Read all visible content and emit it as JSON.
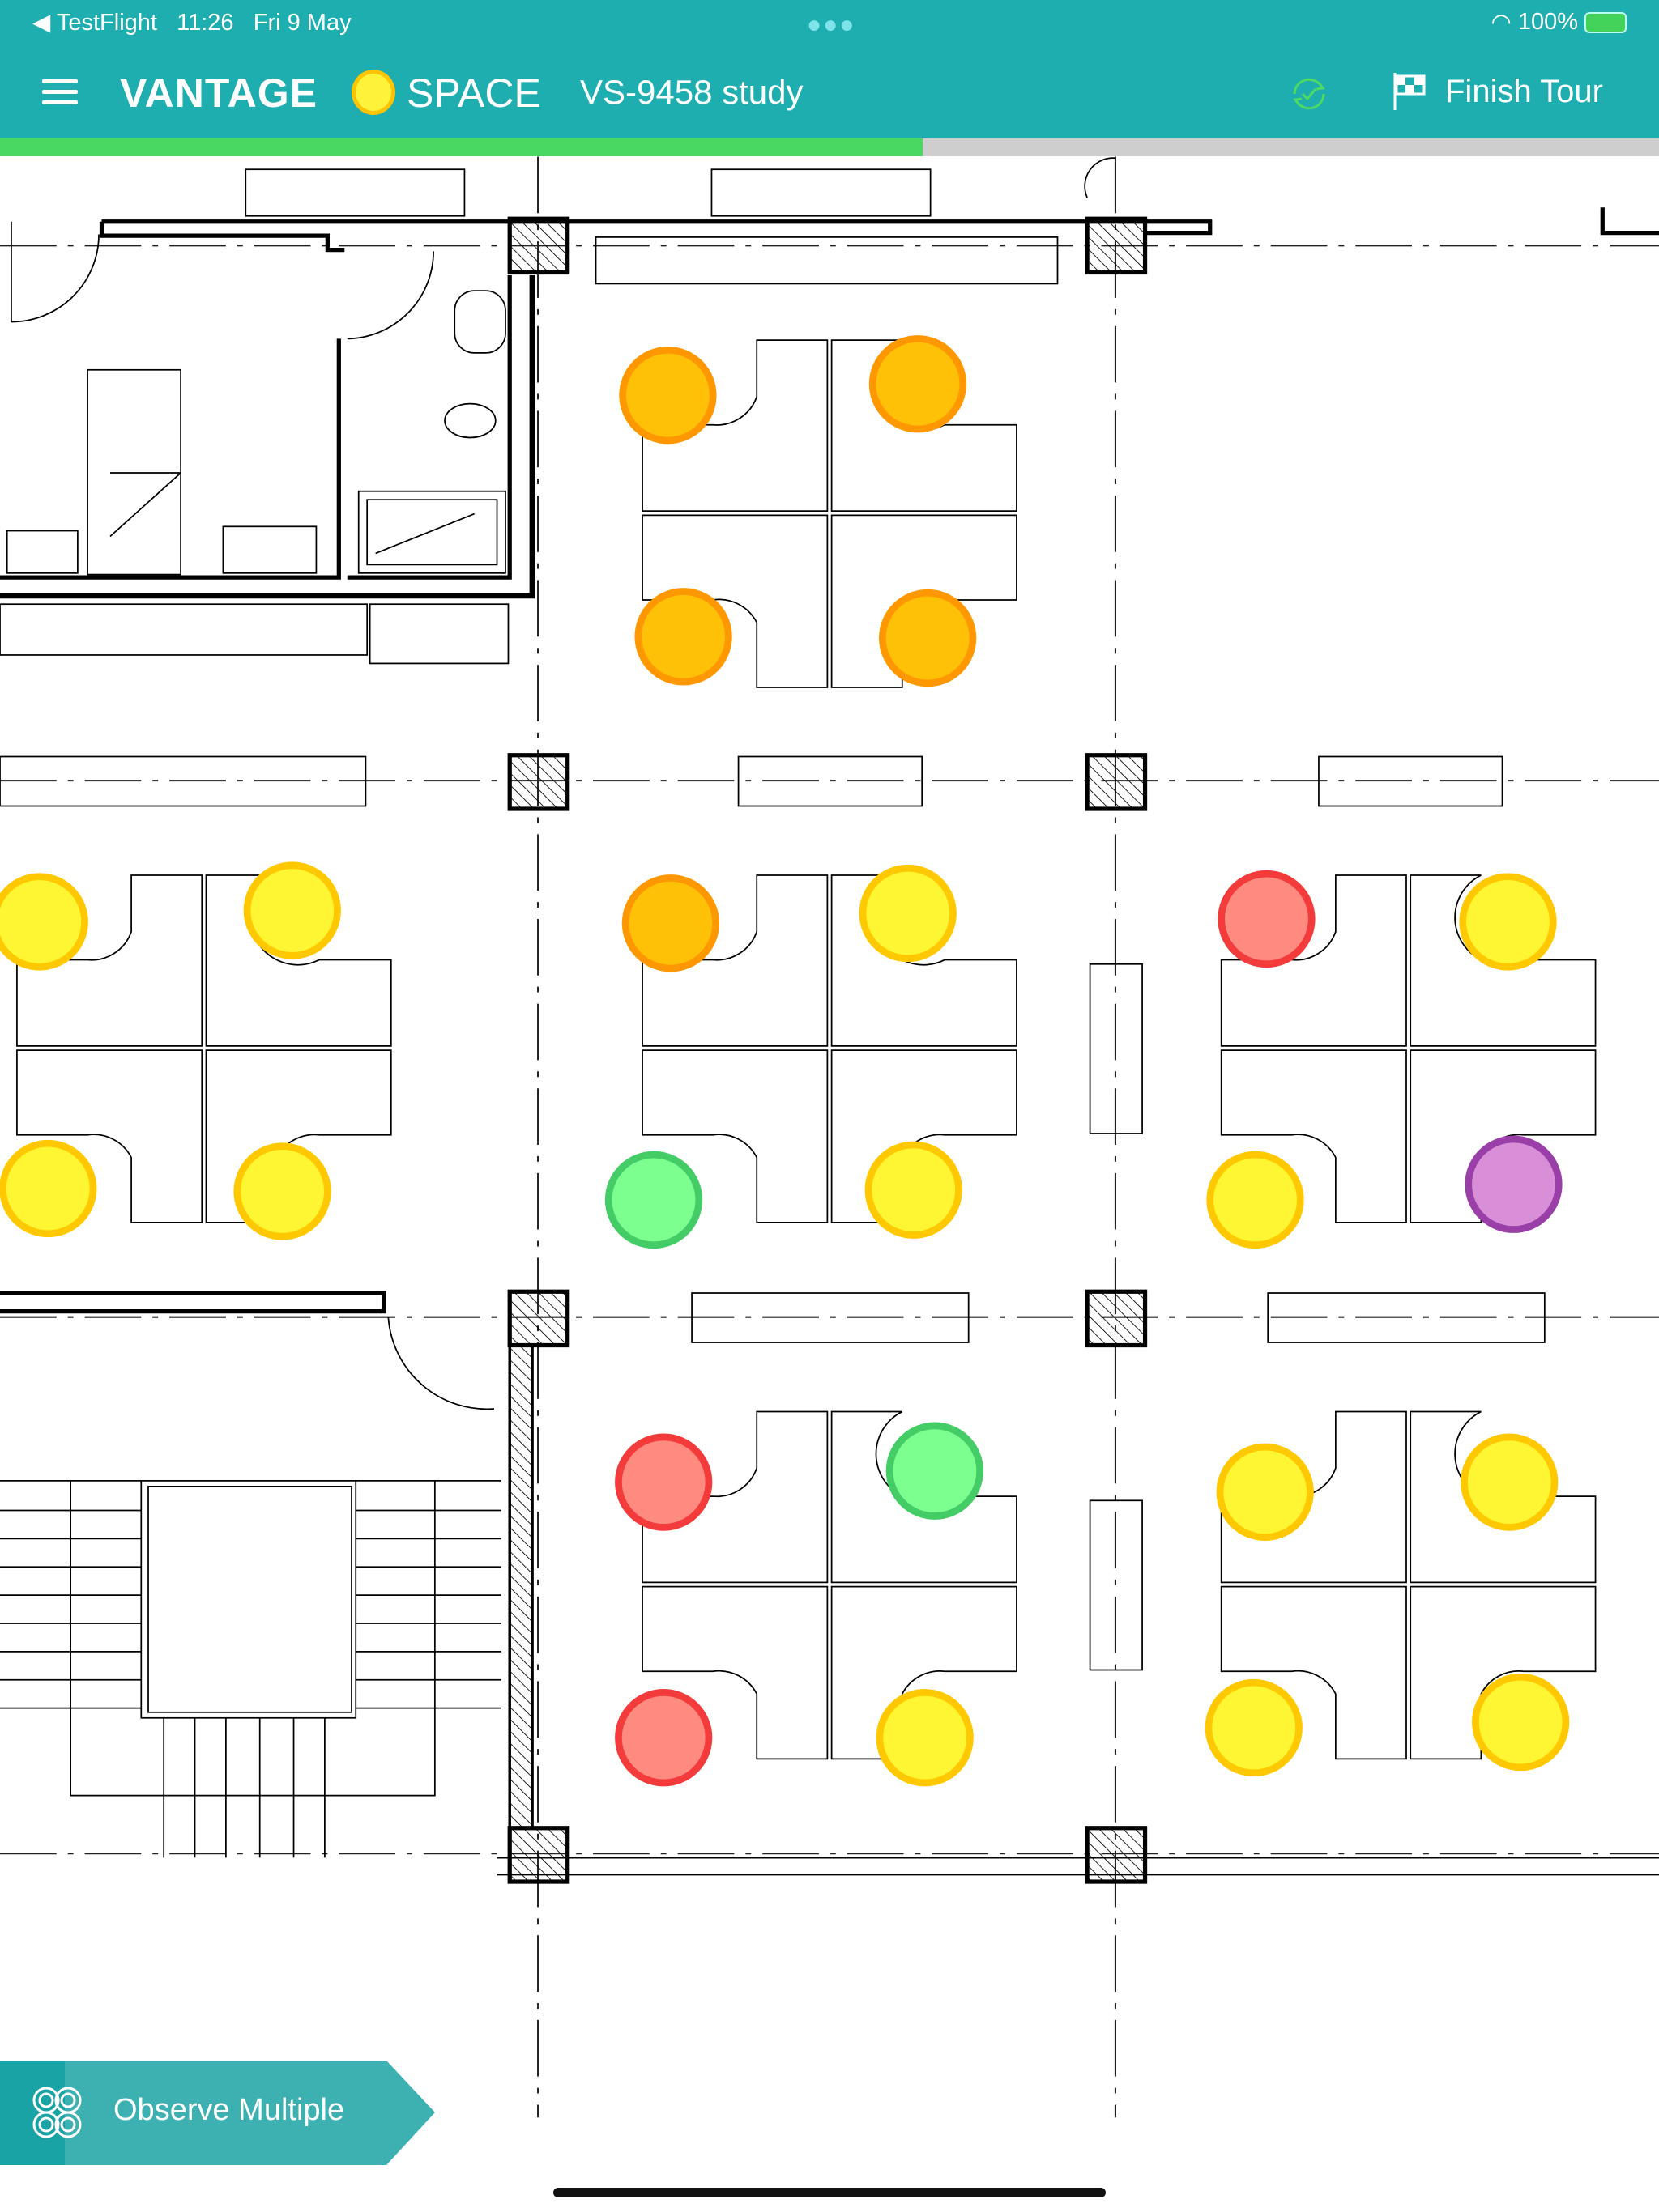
{
  "status_bar": {
    "back_app": "TestFlight",
    "time": "11:26",
    "date": "Fri 9 May",
    "battery": "100%"
  },
  "header": {
    "logo_left": "VANTAGE",
    "logo_right": "SPACE",
    "study_title": "VS-9458 study",
    "finish_label": "Finish Tour",
    "progress_percent": 55.6
  },
  "status_colors": {
    "orange": {
      "fill": "#FFC107",
      "stroke": "#FF9800"
    },
    "yellow": {
      "fill": "#FFF633",
      "stroke": "#FFC800"
    },
    "red": {
      "fill": "#FF8A80",
      "stroke": "#F33B3B"
    },
    "green": {
      "fill": "#7CFF8F",
      "stroke": "#44CC66"
    },
    "purple": {
      "fill": "#D88FD8",
      "stroke": "#9B3FA8"
    }
  },
  "desk_clusters": [
    {
      "name": "cluster-top-middle",
      "desks": [
        "orange",
        "orange",
        "orange",
        "orange"
      ]
    },
    {
      "name": "cluster-middle-left",
      "desks": [
        "yellow",
        "yellow",
        "yellow",
        "yellow"
      ]
    },
    {
      "name": "cluster-middle-center",
      "desks": [
        "orange",
        "yellow",
        "green",
        "yellow"
      ]
    },
    {
      "name": "cluster-middle-right",
      "desks": [
        "red",
        "yellow",
        "yellow",
        "purple"
      ]
    },
    {
      "name": "cluster-bottom-center",
      "desks": [
        "red",
        "green",
        "red",
        "yellow"
      ]
    },
    {
      "name": "cluster-bottom-right",
      "desks": [
        "yellow",
        "yellow",
        "yellow",
        "yellow"
      ]
    }
  ],
  "observe_button": {
    "label": "Observe Multiple"
  }
}
